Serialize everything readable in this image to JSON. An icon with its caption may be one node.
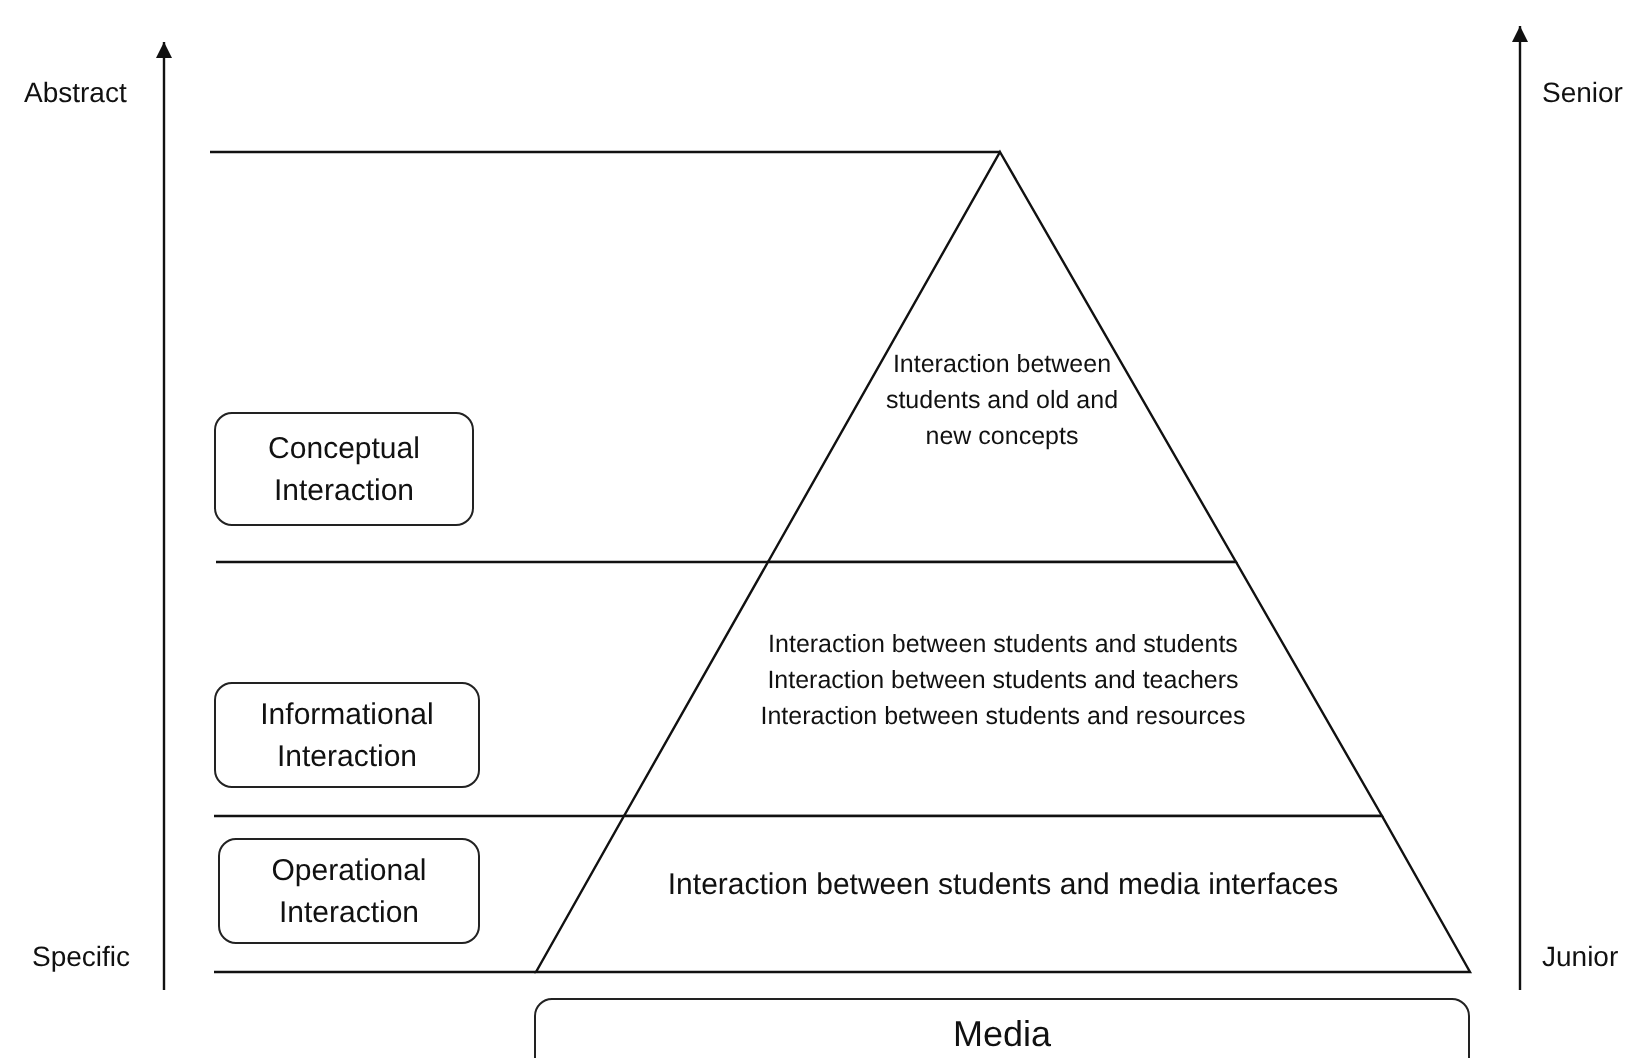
{
  "diagram": {
    "nodes": [
      {
        "text": [
          "Conceptual Interaction"
        ]
      },
      {
        "text": [
          "Interaction between students and old and new concepts"
        ]
      },
      {
        "text": [
          "Informational Interaction"
        ]
      },
      {
        "text": [
          "Interaction between students and students Interaction between students and teachers Interaction between students and resources"
        ]
      },
      {
        "text": [
          "Operational Interaction"
        ]
      },
      {
        "text": [
          "Interaction between students and media interfaces"
        ]
      },
      {
        "text": [
          "Media"
        ]
      }
    ],
    "edges": [],
    "labels": [
      "Abstract",
      "Senior",
      "Specific",
      "Junior"
    ]
  }
}
